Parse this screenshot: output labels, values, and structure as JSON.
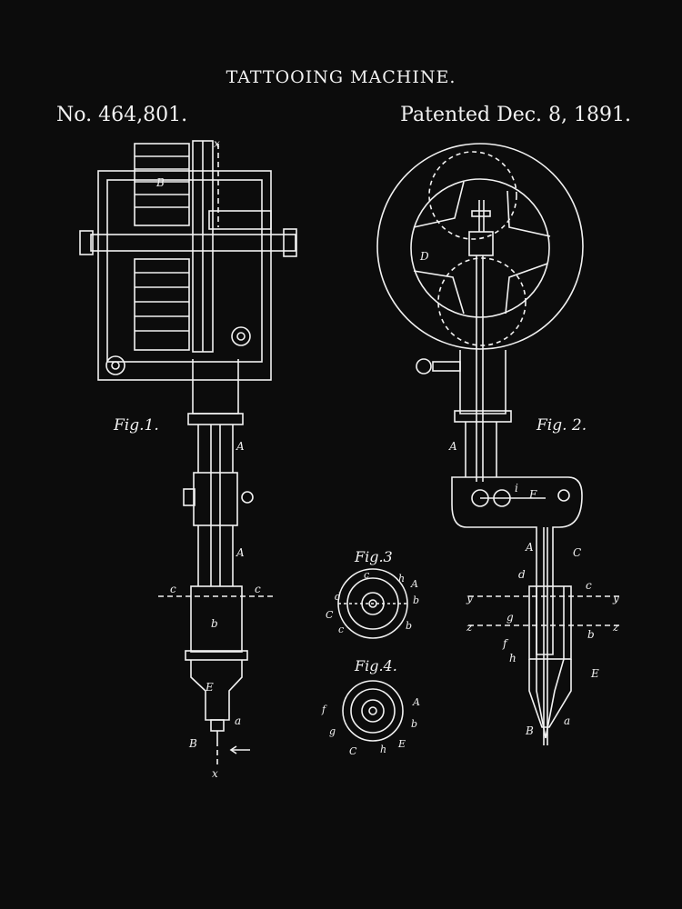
{
  "header": {
    "title": "TATTOOING MACHINE.",
    "patent_number": "No. 464,801.",
    "patent_date": "Patented Dec. 8, 1891."
  },
  "figures": {
    "fig1": "Fig.1.",
    "fig2": "Fig. 2.",
    "fig3": "Fig.3",
    "fig4": "Fig.4."
  },
  "labels": {
    "fig1": {
      "B_top": "B",
      "x_top": "x",
      "A1": "A",
      "A2": "A",
      "c_left": "c",
      "c_right": "c",
      "b": "b",
      "E": "E",
      "a": "a",
      "B_bottom": "B",
      "x_bottom": "x"
    },
    "fig2": {
      "D": "D",
      "A1": "A",
      "i": "i",
      "F": "F",
      "A2": "A",
      "C": "C",
      "d": "d",
      "c": "c",
      "y_left": "y",
      "y_right": "y",
      "z_left": "z",
      "z_right": "z",
      "g": "g",
      "f": "f",
      "b": "b",
      "h": "h",
      "E": "E",
      "B": "B",
      "a": "a"
    },
    "fig3": {
      "c": "c",
      "h": "h",
      "A": "A",
      "d": "d",
      "b_top": "b",
      "C": "C",
      "b": "b",
      "c_bottom": "c"
    },
    "fig4": {
      "f": "f",
      "A": "A",
      "g": "g",
      "b": "b",
      "C": "C",
      "h": "h",
      "E": "E"
    }
  },
  "colors": {
    "background": "#0c0c0c",
    "ink": "#f2f2f2"
  }
}
